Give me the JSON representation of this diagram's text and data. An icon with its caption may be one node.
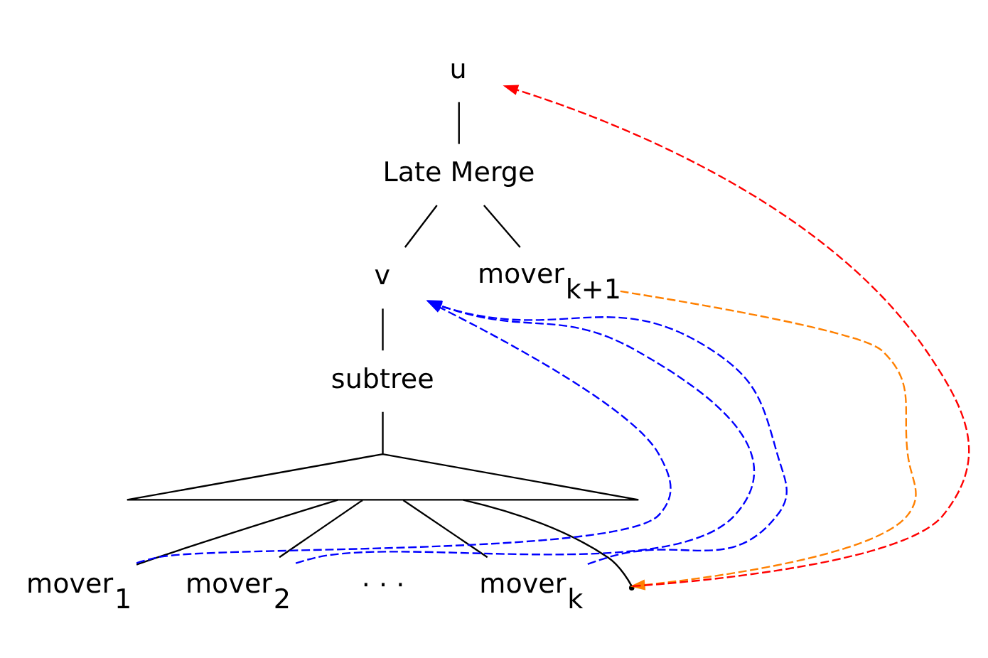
{
  "diagram": {
    "nodes": [
      {
        "text": [
          "u"
        ]
      },
      {
        "text": [
          "Late Merge"
        ]
      },
      {
        "text": [
          "v"
        ]
      },
      {
        "text": [
          "mover$_{k+1}$"
        ]
      },
      {
        "text": [
          "subtree"
        ]
      },
      {
        "text": [],
        "shape": "triangle"
      },
      {
        "text": [
          "mover$_{1}$"
        ]
      },
      {
        "text": [
          "mover$_{2}$"
        ]
      },
      {
        "text": [
          "mover$_{k}$"
        ]
      },
      {
        "text": [],
        "shape": "point"
      }
    ],
    "edges": [
      {
        "from": 0,
        "to": 1,
        "arrow": "none"
      },
      {
        "from": 1,
        "to": 2,
        "arrow": "none"
      },
      {
        "from": 1,
        "to": 3,
        "arrow": "none"
      },
      {
        "from": 2,
        "to": 4,
        "arrow": "none"
      },
      {
        "from": 4,
        "to": 5,
        "arrow": "none"
      },
      {
        "from": 5,
        "to": 6,
        "arrow": "none"
      },
      {
        "from": 5,
        "to": 7,
        "arrow": "none"
      },
      {
        "from": 5,
        "to": 8,
        "arrow": "none"
      },
      {
        "from": 5,
        "to": 9,
        "arrow": "none"
      },
      {
        "from": 6,
        "to": 2,
        "arrow": "to",
        "style": "dashed",
        "color": "#0000ff"
      },
      {
        "from": 7,
        "to": 2,
        "arrow": "to",
        "style": "dashed",
        "color": "#0000ff"
      },
      {
        "from": 8,
        "to": 2,
        "arrow": "to",
        "style": "dashed",
        "color": "#0000ff"
      },
      {
        "from": 3,
        "to": 9,
        "arrow": "to",
        "style": "dashed",
        "color": "#ff8000"
      },
      {
        "from": 9,
        "to": 0,
        "arrow": "to",
        "style": "dashed",
        "color": "#ff0000"
      }
    ],
    "labels": [
      "· · ·"
    ]
  }
}
